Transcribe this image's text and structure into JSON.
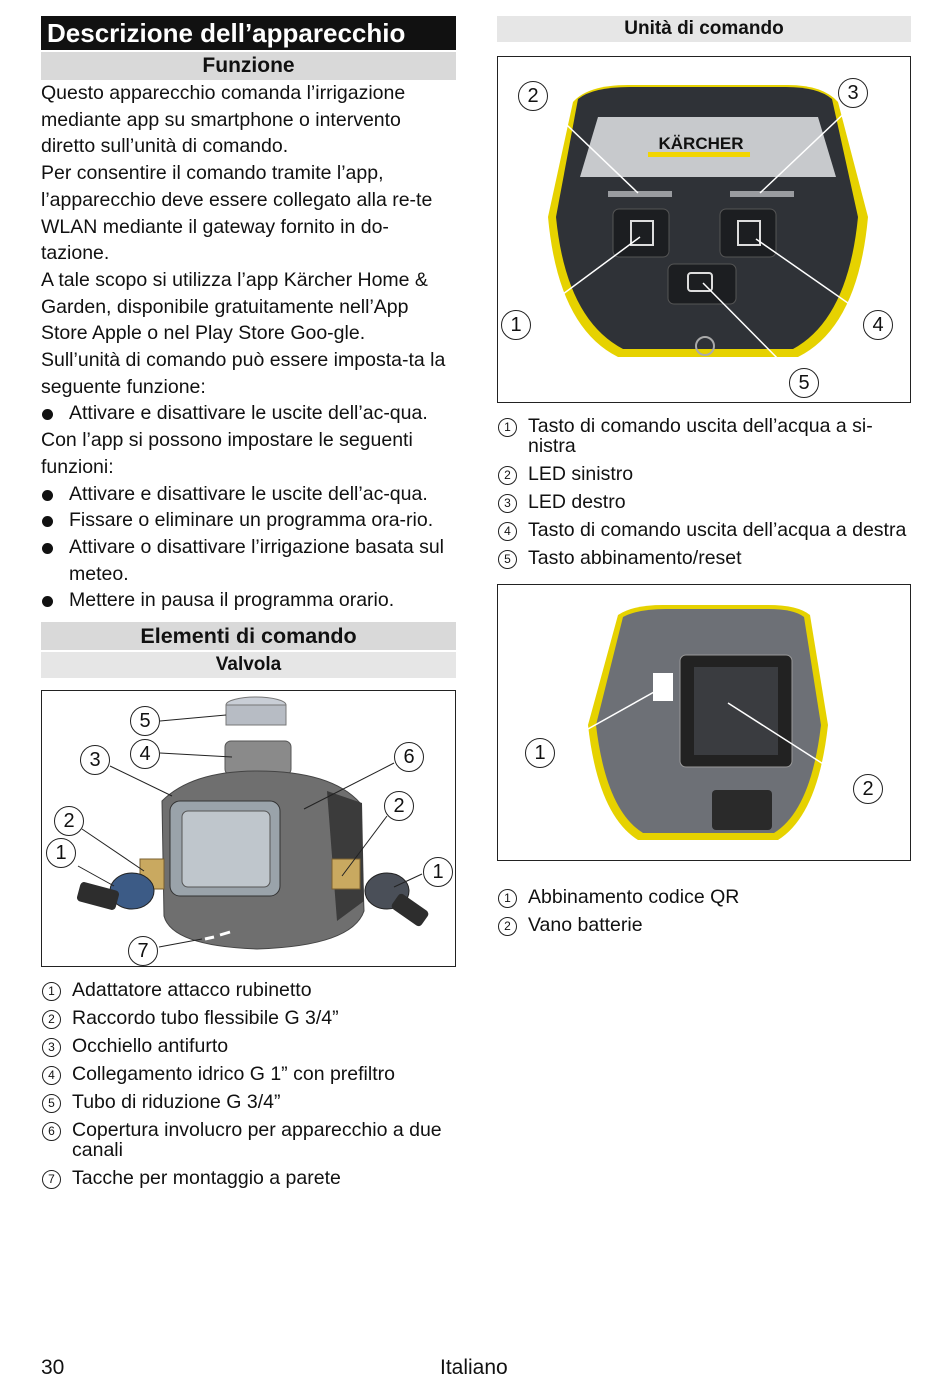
{
  "left": {
    "title": "Descrizione dell’apparecchio",
    "funzione": {
      "heading": "Funzione",
      "p1": "Questo apparecchio comanda l’irrigazione mediante app su smartphone o intervento diretto sull’unità di comando.",
      "p2": "Per consentire il comando tramite l’app, l’apparecchio deve essere collegato alla re-te WLAN mediante il gateway fornito in do-tazione.",
      "p3": "A tale scopo si utilizza l’app Kärcher Home & Garden, disponibile gratuitamente nell’App Store Apple o nel Play Store Goo-gle.",
      "p4": "Sull’unità di comando può essere imposta-ta la seguente funzione:",
      "bullets1": [
        "Attivare e disattivare le uscite dell’ac-qua."
      ],
      "p5": "Con l’app si possono impostare le seguenti funzioni:",
      "bullets2": [
        "Attivare e disattivare le uscite dell’ac-qua.",
        "Fissare o eliminare un programma ora-rio.",
        "Attivare o disattivare l’irrigazione basata sul meteo.",
        "Mettere in pausa il programma orario."
      ]
    },
    "elementi_heading": "Elementi di comando",
    "valvola_heading": "Valvola",
    "valvola_figure": {
      "callouts": [
        "5",
        "4",
        "3",
        "6",
        "2",
        "2",
        "1",
        "1",
        "7"
      ]
    },
    "valvola_legend": [
      {
        "n": "1",
        "text": "Adattatore attacco rubinetto"
      },
      {
        "n": "2",
        "text": "Raccordo tubo flessibile G 3/4”"
      },
      {
        "n": "3",
        "text": "Occhiello antifurto"
      },
      {
        "n": "4",
        "text": "Collegamento idrico G 1” con prefiltro"
      },
      {
        "n": "5",
        "text": "Tubo di riduzione G 3/4”"
      },
      {
        "n": "6",
        "text": "Copertura involucro per apparecchio a due canali"
      },
      {
        "n": "7",
        "text": "Tacche per montaggio a parete"
      }
    ]
  },
  "right": {
    "heading": "Unità di comando",
    "unit_figure": {
      "brand": "KÄRCHER",
      "callouts": [
        "2",
        "3",
        "1",
        "4",
        "5"
      ]
    },
    "unit_legend": [
      {
        "n": "1",
        "text": "Tasto di comando uscita dell’acqua a si-nistra"
      },
      {
        "n": "2",
        "text": "LED sinistro"
      },
      {
        "n": "3",
        "text": "LED destro"
      },
      {
        "n": "4",
        "text": "Tasto di comando uscita dell’acqua a destra"
      },
      {
        "n": "5",
        "text": "Tasto abbinamento/reset"
      }
    ],
    "back_figure": {
      "callouts": [
        "1",
        "2"
      ]
    },
    "back_legend": [
      {
        "n": "1",
        "text": "Abbinamento codice QR"
      },
      {
        "n": "2",
        "text": "Vano batterie"
      }
    ]
  },
  "footer": {
    "page": "30",
    "language": "Italiano"
  },
  "colors": {
    "heading_bg": "#111111",
    "subheading_bg": "#d9d9d9",
    "brand_yellow": "#f2d500"
  }
}
